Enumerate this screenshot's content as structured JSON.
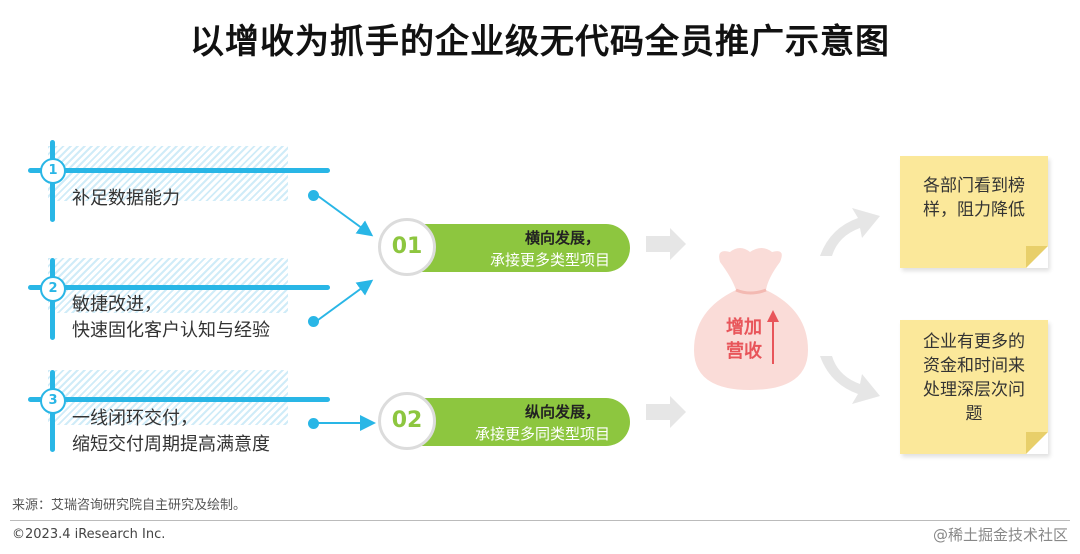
{
  "title": "以增收为抓手的企业级无代码全员推广示意图",
  "steps": [
    {
      "num": "1",
      "text": [
        "补足数据能力"
      ]
    },
    {
      "num": "2",
      "text": [
        "敏捷改进，",
        "快速固化客户认知与经验"
      ]
    },
    {
      "num": "3",
      "text": [
        "一线闭环交付，",
        "缩短交付周期提高满意度"
      ]
    }
  ],
  "pills": [
    {
      "num": "01",
      "title": "横向发展，",
      "subtitle": "承接更多类型项目"
    },
    {
      "num": "02",
      "title": "纵向发展，",
      "subtitle": "承接更多同类型项目"
    }
  ],
  "bag": {
    "line1": "增加",
    "line2": "营收"
  },
  "notes": [
    {
      "lines": [
        "各部门看到榜",
        "样，阻力降低"
      ]
    },
    {
      "lines": [
        "企业有更多的",
        "资金和时间来",
        "处理深层次问",
        "题"
      ]
    }
  ],
  "source": "来源：艾瑞咨询研究院自主研究及绘制。",
  "copyright": "©2023.4 iResearch Inc.",
  "watermark": "@稀土掘金技术社区",
  "colors": {
    "blue": "#29b6e6",
    "green": "#8dc63f",
    "pink": "#f9d6d2",
    "red": "#e8555a",
    "note": "#fbe89a"
  }
}
